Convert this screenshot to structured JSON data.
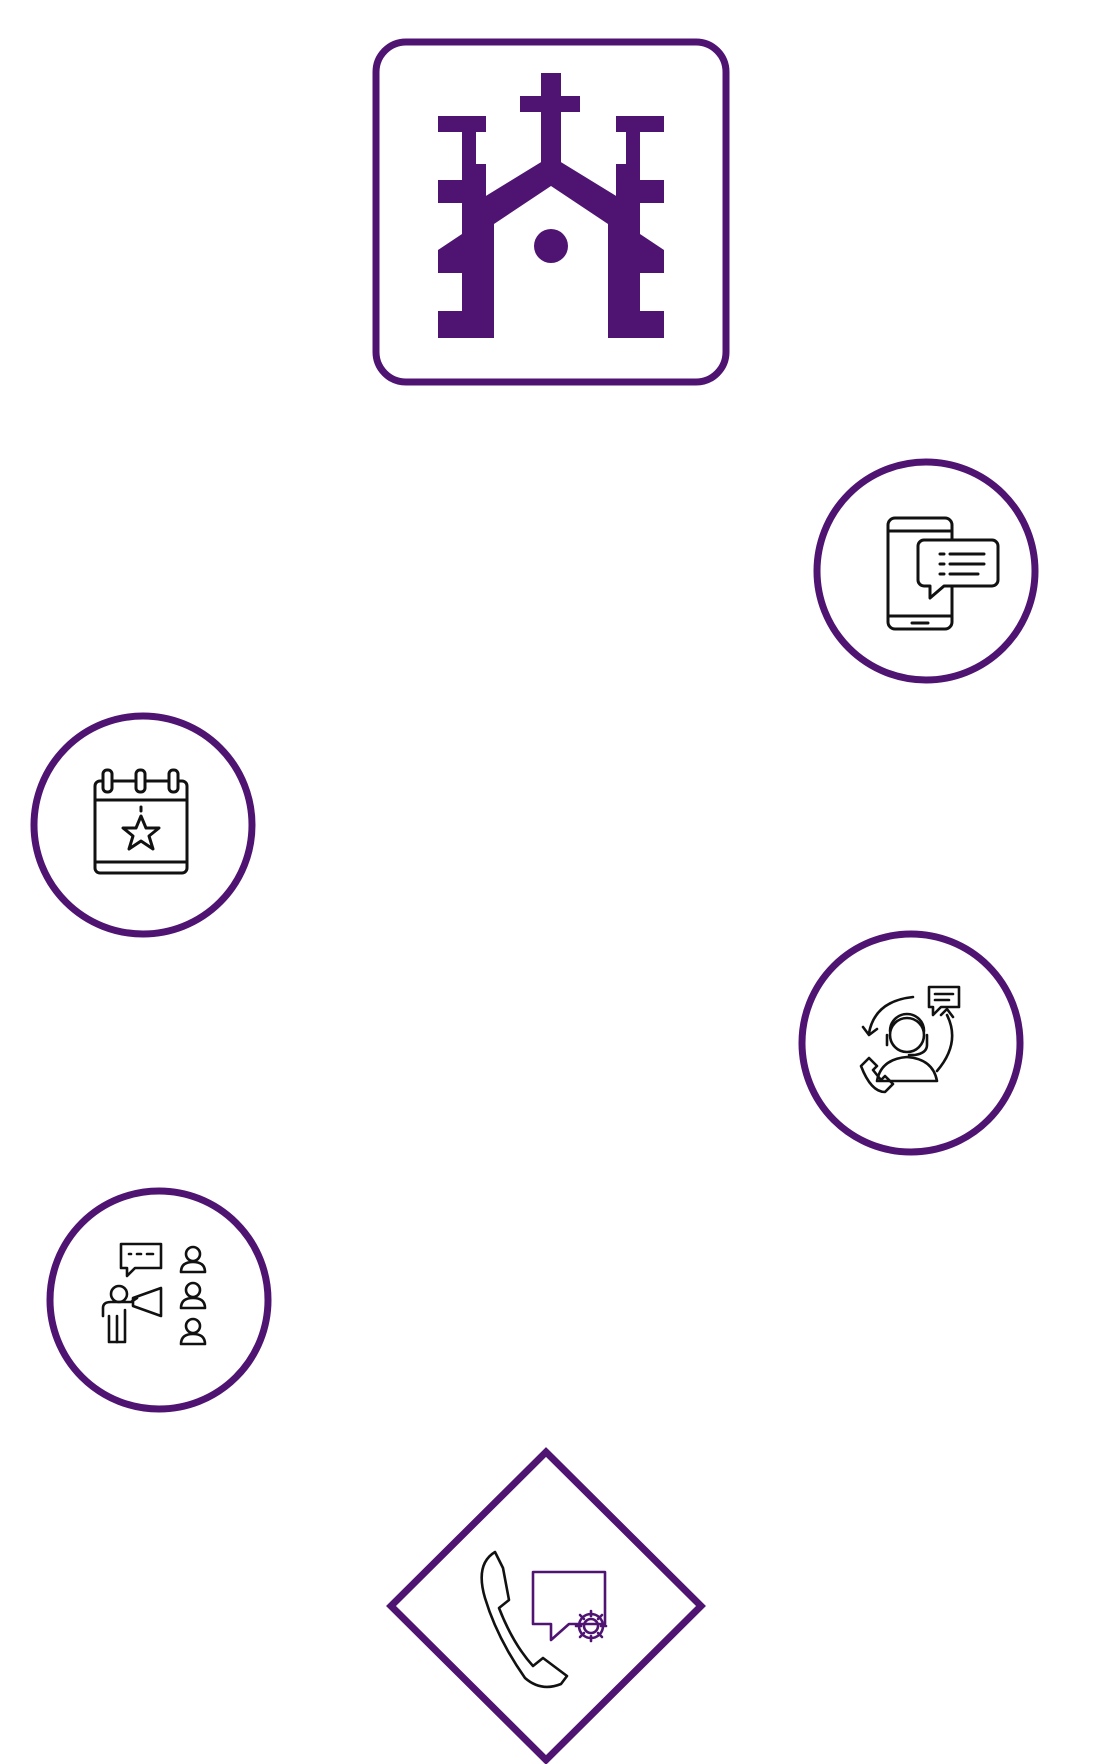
{
  "colors": {
    "accent": "#4f1472",
    "line": "#111111",
    "background": "#ffffff"
  },
  "nodes": [
    {
      "id": "church",
      "shape": "rounded-square",
      "icon": "church-icon"
    },
    {
      "id": "mobile-chat",
      "shape": "circle",
      "icon": "mobile-chat-icon"
    },
    {
      "id": "event-calendar",
      "shape": "circle",
      "icon": "calendar-star-icon"
    },
    {
      "id": "support-agent",
      "shape": "circle",
      "icon": "support-agent-icon"
    },
    {
      "id": "announcement",
      "shape": "circle",
      "icon": "megaphone-audience-icon"
    },
    {
      "id": "call-settings",
      "shape": "diamond",
      "icon": "phone-chat-gear-icon"
    }
  ]
}
